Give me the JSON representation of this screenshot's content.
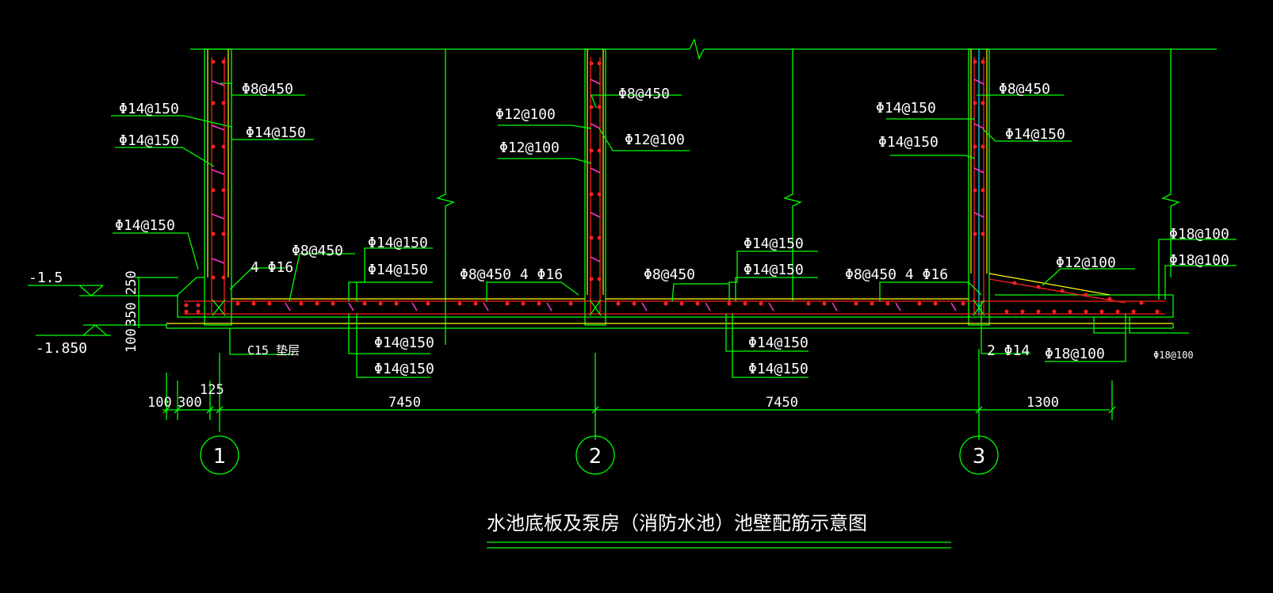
{
  "colors": {
    "background": "#000000",
    "structure": "#00ff00",
    "concrete_edge": "#ffff00",
    "rebar": "#ff2020",
    "stirrup": "#ff33cc",
    "text": "#ffffff"
  },
  "title": "水池底板及泵房（消防水池）池壁配筋示意图",
  "axes": {
    "a1": "1",
    "a2": "2",
    "a3": "3"
  },
  "dims": {
    "d100": "100",
    "d300": "300",
    "d125": "125",
    "span1": "7450",
    "span2": "7450",
    "span3": "1300",
    "v1": "100",
    "v2": "350",
    "v3": "250"
  },
  "levels": {
    "top": "-1.5",
    "bottom": "-1.850"
  },
  "labels": {
    "w1_a": "Φ8@450",
    "w1_b": "Φ14@150",
    "w1_c": "Φ14@150",
    "w1_d": "Φ14@150",
    "w1_e": "Φ14@150",
    "w1_f": "4 Φ16",
    "s1_a": "Φ8@450",
    "s1_b": "Φ14@150",
    "s1_c": "Φ14@150",
    "s1_d": "Φ14@150",
    "s1_e": "Φ14@150",
    "pad": "C15 垫层",
    "w2_a": "Φ8@450",
    "w2_b": "Φ12@100",
    "w2_c": "Φ12@100",
    "w2_d": "Φ12@100",
    "w2_e": "Φ8@450 4 Φ16",
    "s2_a": "Φ8@450",
    "s2_b": "Φ14@150",
    "s2_c": "Φ14@150",
    "s2_d": "Φ14@150",
    "s2_e": "Φ14@150",
    "w3_a": "Φ8@450",
    "w3_b": "Φ14@150",
    "w3_c": "Φ14@150",
    "w3_d": "Φ14@150",
    "w3_e": "Φ8@450 4 Φ16",
    "w3_f": "2 Φ14",
    "s3_a": "Φ12@100",
    "s3_b": "Φ18@100",
    "s3_c": "Φ18@100",
    "s3_d": "Φ18@100",
    "s3_e": "Φ18@100"
  }
}
